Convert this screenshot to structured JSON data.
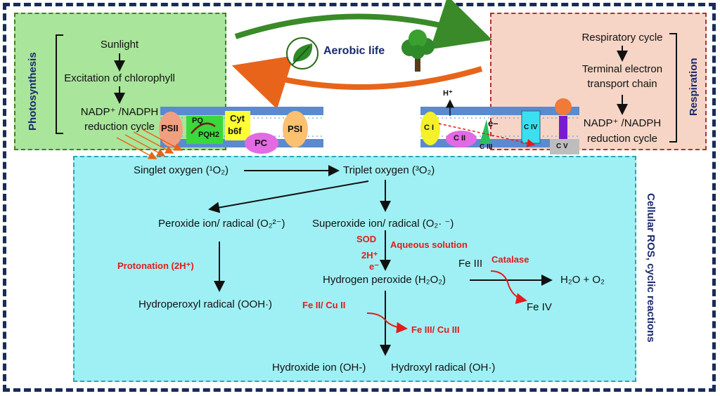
{
  "photosynthesis": {
    "side_label": "Photosynthesis",
    "steps": [
      "Sunlight",
      "Excitation of chlorophyll",
      "NADP⁺ /NADPH",
      "reduction cycle"
    ]
  },
  "respiration": {
    "side_label": "Respiration",
    "steps": [
      "Respiratory cycle",
      "Terminal electron",
      "transport chain",
      "NADP⁺ /NADPH",
      "reduction cycle"
    ]
  },
  "center": {
    "title": "Aerobic life"
  },
  "thylakoid": {
    "complexes": [
      "PSII",
      "PQ",
      "PQH2",
      "Cyt",
      "b6f",
      "PC",
      "PSI"
    ]
  },
  "mito": {
    "proton": "H⁺",
    "complexes": [
      "C I",
      "C II",
      "C III",
      "C IV",
      "C V"
    ],
    "electron": "e–"
  },
  "ros": {
    "side_label": "Cellular ROS, cyclic reactions",
    "singlet": "Singlet oxygen (¹O₂)",
    "triplet": "Triplet oxygen (³O₂)",
    "peroxide": "Peroxide ion/ radical (O₂²⁻)",
    "superoxide": "Superoxide ion/ radical (O₂· ⁻)",
    "sod": "SOD",
    "h2": "2H⁺",
    "e": "e⁻",
    "aqueous": "Aqueous solution",
    "protonation": "Protonation  (2H⁺)",
    "hydroperoxyl": "Hydroperoxyl radical (OOH·)",
    "h2o2": "Hydrogen peroxide (H₂O₂)",
    "fe3": "Fe III",
    "catalase": "Catalase",
    "water": "H₂O + O₂",
    "fe4": "Fe IV",
    "fe2cu2": "Fe II/ Cu II",
    "fe3cu3": "Fe III/ Cu III",
    "hydroxide": "Hydroxide ion (OH-)",
    "hydroxyl": "Hydroxyl radical (OH·)"
  },
  "colors": {
    "frame": "#1a2a5c",
    "photo_bg": "#a9e59a",
    "resp_bg": "#f6d5c6",
    "ros_bg": "#9ff0f4",
    "red_text": "#e31b1b",
    "label_blue": "#1a2a6c"
  }
}
